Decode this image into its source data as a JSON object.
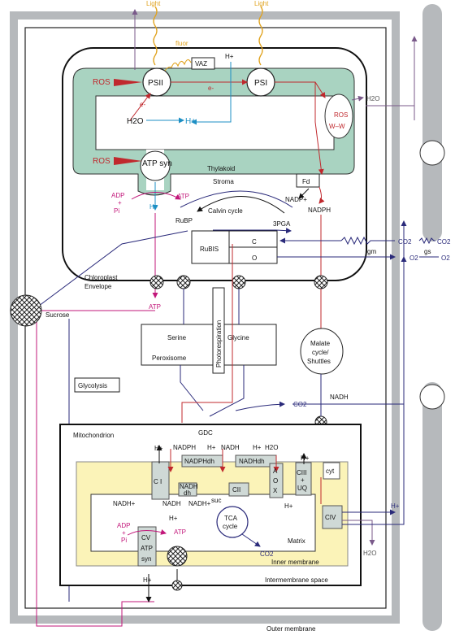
{
  "labels": {
    "light_left": "Light",
    "light_right": "Light",
    "fluor": "fluor",
    "vaz": "VAZ",
    "h_top": "H+",
    "ros_psii": "ROS",
    "psii": "PSII",
    "psi": "PSI",
    "e_minus_1": "e-",
    "e_minus_2": "e-",
    "h2o_thyl": "H2O",
    "h_lumen": "H+",
    "ros_atp": "ROS",
    "atp_syn": "ATP syn",
    "thylakoid": "Thylakoid",
    "stroma": "Stroma",
    "ros_ww_1": "ROS",
    "ros_ww_2": "W–W",
    "h2o_right": "H2O",
    "fd": "Fd",
    "adp": "ADP",
    "plus1": "+",
    "pi": "Pi",
    "atp_chl": "ATP",
    "h_atpsyn": "H+",
    "nadp": "NADP+",
    "nadph": "NADPH",
    "calvin": "Calvin cycle",
    "rubp": "RuBP",
    "pga": "3PGA",
    "rubis": "RuBIS",
    "c": "C",
    "o": "O",
    "gm": "gm",
    "co2_mid": "CO2",
    "gs": "gs",
    "co2_right": "CO2",
    "o2_mid": "O2",
    "o2_right": "O2",
    "chloroplast": "Chloroplast",
    "envelope": "Envelope",
    "sucrose": "Sucrose",
    "atp_cyt": "ATP",
    "photoresp": "Photorespiration",
    "serine": "Serine",
    "glycine": "Glycine",
    "peroxisome": "Peroxisome",
    "malate1": "Malate",
    "malate2": "cycle/",
    "malate3": "Shuttles",
    "glycolysis": "Glycolysis",
    "nadh_cyt": "NADH",
    "co2_cyt": "CO2",
    "mito": "Mitochondrion",
    "gdc": "GDC",
    "h_m1": "H+",
    "nadph_m": "NADPH",
    "h_m2": "H+",
    "nadh_m": "NADH",
    "h_m3": "H+",
    "h2o_m": "H2O",
    "nadph_dh": "NADPHdh",
    "nadh_dh": "NADHdh",
    "ci": "C I",
    "nadh_dh2a": "NADH",
    "nadh_dh2b": "dh",
    "cii": "CII",
    "aox_a": "A",
    "aox_o": "O",
    "aox_x": "X",
    "ciii": "CIII",
    "plus_uq": "+",
    "uq": "UQ",
    "cyt": "cyt",
    "h_m4": "H+",
    "h_ciii": "H+",
    "civ": "CIV",
    "h_civ": "H+",
    "nadh_plus": "NADH+",
    "nadh_mid": "NADH",
    "nadh_mid2": "NADH+",
    "suc": "suc",
    "tca1": "TCA",
    "tca2": "cycle",
    "co2_tca": "CO2",
    "adp_m": "ADP",
    "plus_m": "+",
    "pi_m": "Pi",
    "h_cv": "H+",
    "cv": "CV",
    "atp_cv": "ATP",
    "syn_cv": "syn",
    "atp_m": "ATP",
    "matrix": "Matrix",
    "inner": "Inner membrane",
    "h_bottom": "H+",
    "h2o_bottom": "H2O",
    "intermembrane": "Intermembrane space",
    "outer": "Outer membrane"
  },
  "colors": {
    "thylakoid_fill": "#a9d3c1",
    "mito_fill": "#fbf3b8",
    "stroma_text": "#111111",
    "red": "#c0282d",
    "magenta": "#c2177a",
    "blue": "#1d8fc4",
    "navy": "#2a2a7a",
    "grey_membrane": "#b6b9bc",
    "light_yellow": "#e0a21c"
  }
}
